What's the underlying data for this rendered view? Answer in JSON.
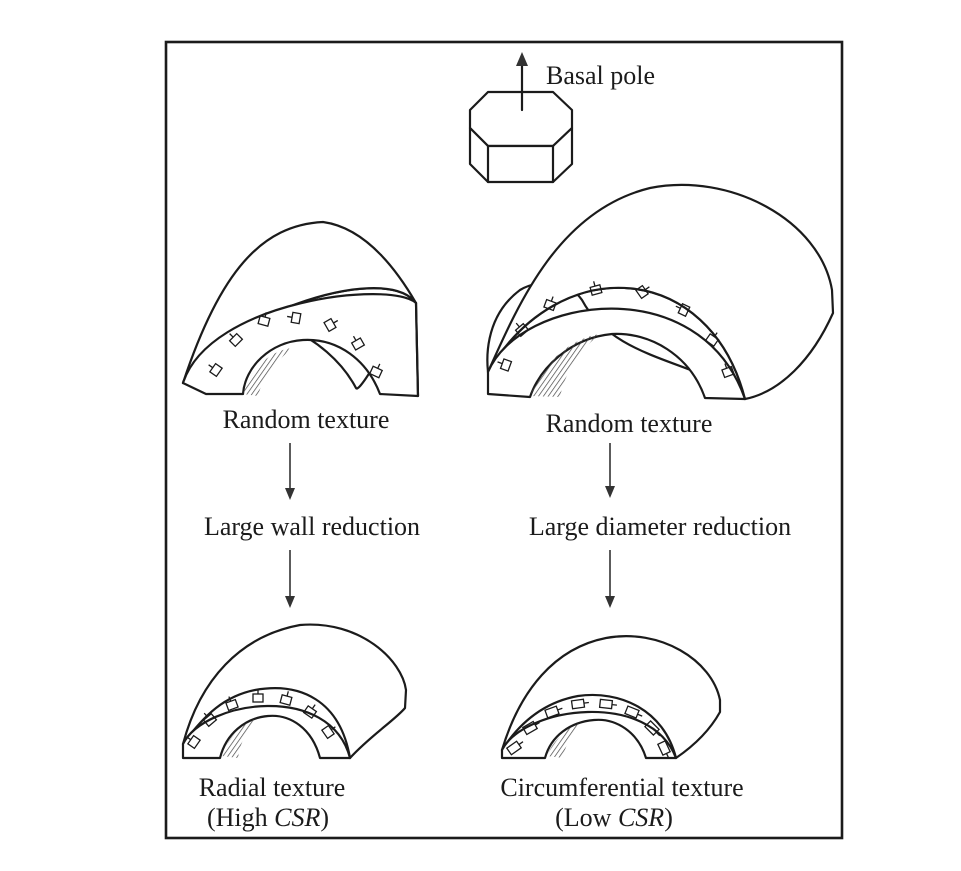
{
  "figure": {
    "pole_label": "Basal pole",
    "top_left_label": "Random texture",
    "top_right_label": "Random texture",
    "left_process": "Large wall reduction",
    "right_process": "Large diameter reduction",
    "bottom_left_label_line1": "Radial texture",
    "bottom_left_label_line2_prefix": "(High ",
    "bottom_left_label_line2_italic": "CSR",
    "bottom_left_label_line2_suffix": ")",
    "bottom_right_label_line1": "Circumferential texture",
    "bottom_right_label_line2_prefix": "(Low ",
    "bottom_right_label_line2_italic": "CSR",
    "bottom_right_label_line2_suffix": ")"
  },
  "colors": {
    "ink": "#1b1b1b",
    "background": "#ffffff",
    "hatch": "#444444"
  },
  "icon_names": [
    "hexagonal-prism-icon",
    "arrow-down-icon",
    "tube-section-icon",
    "crystal-cell-icon"
  ]
}
